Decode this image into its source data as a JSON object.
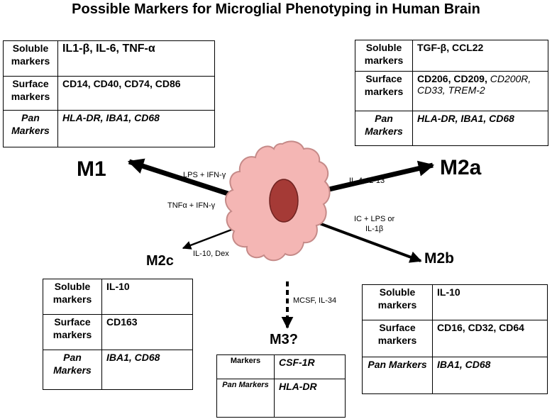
{
  "title": "Possible Markers for Microglial Phenotyping in Human Brain",
  "labels": {
    "m1": "M1",
    "m2a": "M2a",
    "m2b": "M2b",
    "m2c": "M2c",
    "m3": "M3?"
  },
  "stimuli": {
    "m1_top": "LPS + IFN-γ",
    "m1_bottom": "TNFα + IFN-γ",
    "m2a": "IL-4, IL-13",
    "m2b_line1": "IC + LPS or",
    "m2b_line2": "IL-1β",
    "m2c": "IL-10, Dex",
    "m3": "MCSF, IL-34"
  },
  "tables": {
    "m1": {
      "soluble_label": "Soluble markers",
      "soluble": "IL1-β, IL-6, TNF-α",
      "surface_label": "Surface markers",
      "surface": "CD14, CD40, CD74, CD86",
      "pan_label": "Pan Markers",
      "pan": "HLA-DR, IBA1, CD68"
    },
    "m2a": {
      "soluble_label": "Soluble markers",
      "soluble": "TGF-β, CCL22",
      "surface_label": "Surface markers",
      "surface_bold": "CD206, CD209,",
      "surface_it1": "CD200R,",
      "surface_it2": "CD33, TREM-2",
      "pan_label": "Pan Markers",
      "pan": "HLA-DR, IBA1, CD68"
    },
    "m2c": {
      "soluble_label": "Soluble markers",
      "soluble": "IL-10",
      "surface_label": "Surface markers",
      "surface": "CD163",
      "pan_label": "Pan Markers",
      "pan": "IBA1, CD68"
    },
    "m2b": {
      "soluble_label": "Soluble markers",
      "soluble": "IL-10",
      "surface_label": "Surface markers",
      "surface": "CD16, CD32, CD64",
      "pan_label": "Pan Markers",
      "pan": "IBA1, CD68"
    },
    "m3": {
      "markers_label": "Markers",
      "markers": "CSF-1R",
      "pan_label": "Pan Markers",
      "pan": "HLA-DR"
    }
  },
  "colors": {
    "cell_fill": "#f4b6b4",
    "cell_stroke": "#c58a88",
    "nucleus_fill": "#a53a36"
  }
}
